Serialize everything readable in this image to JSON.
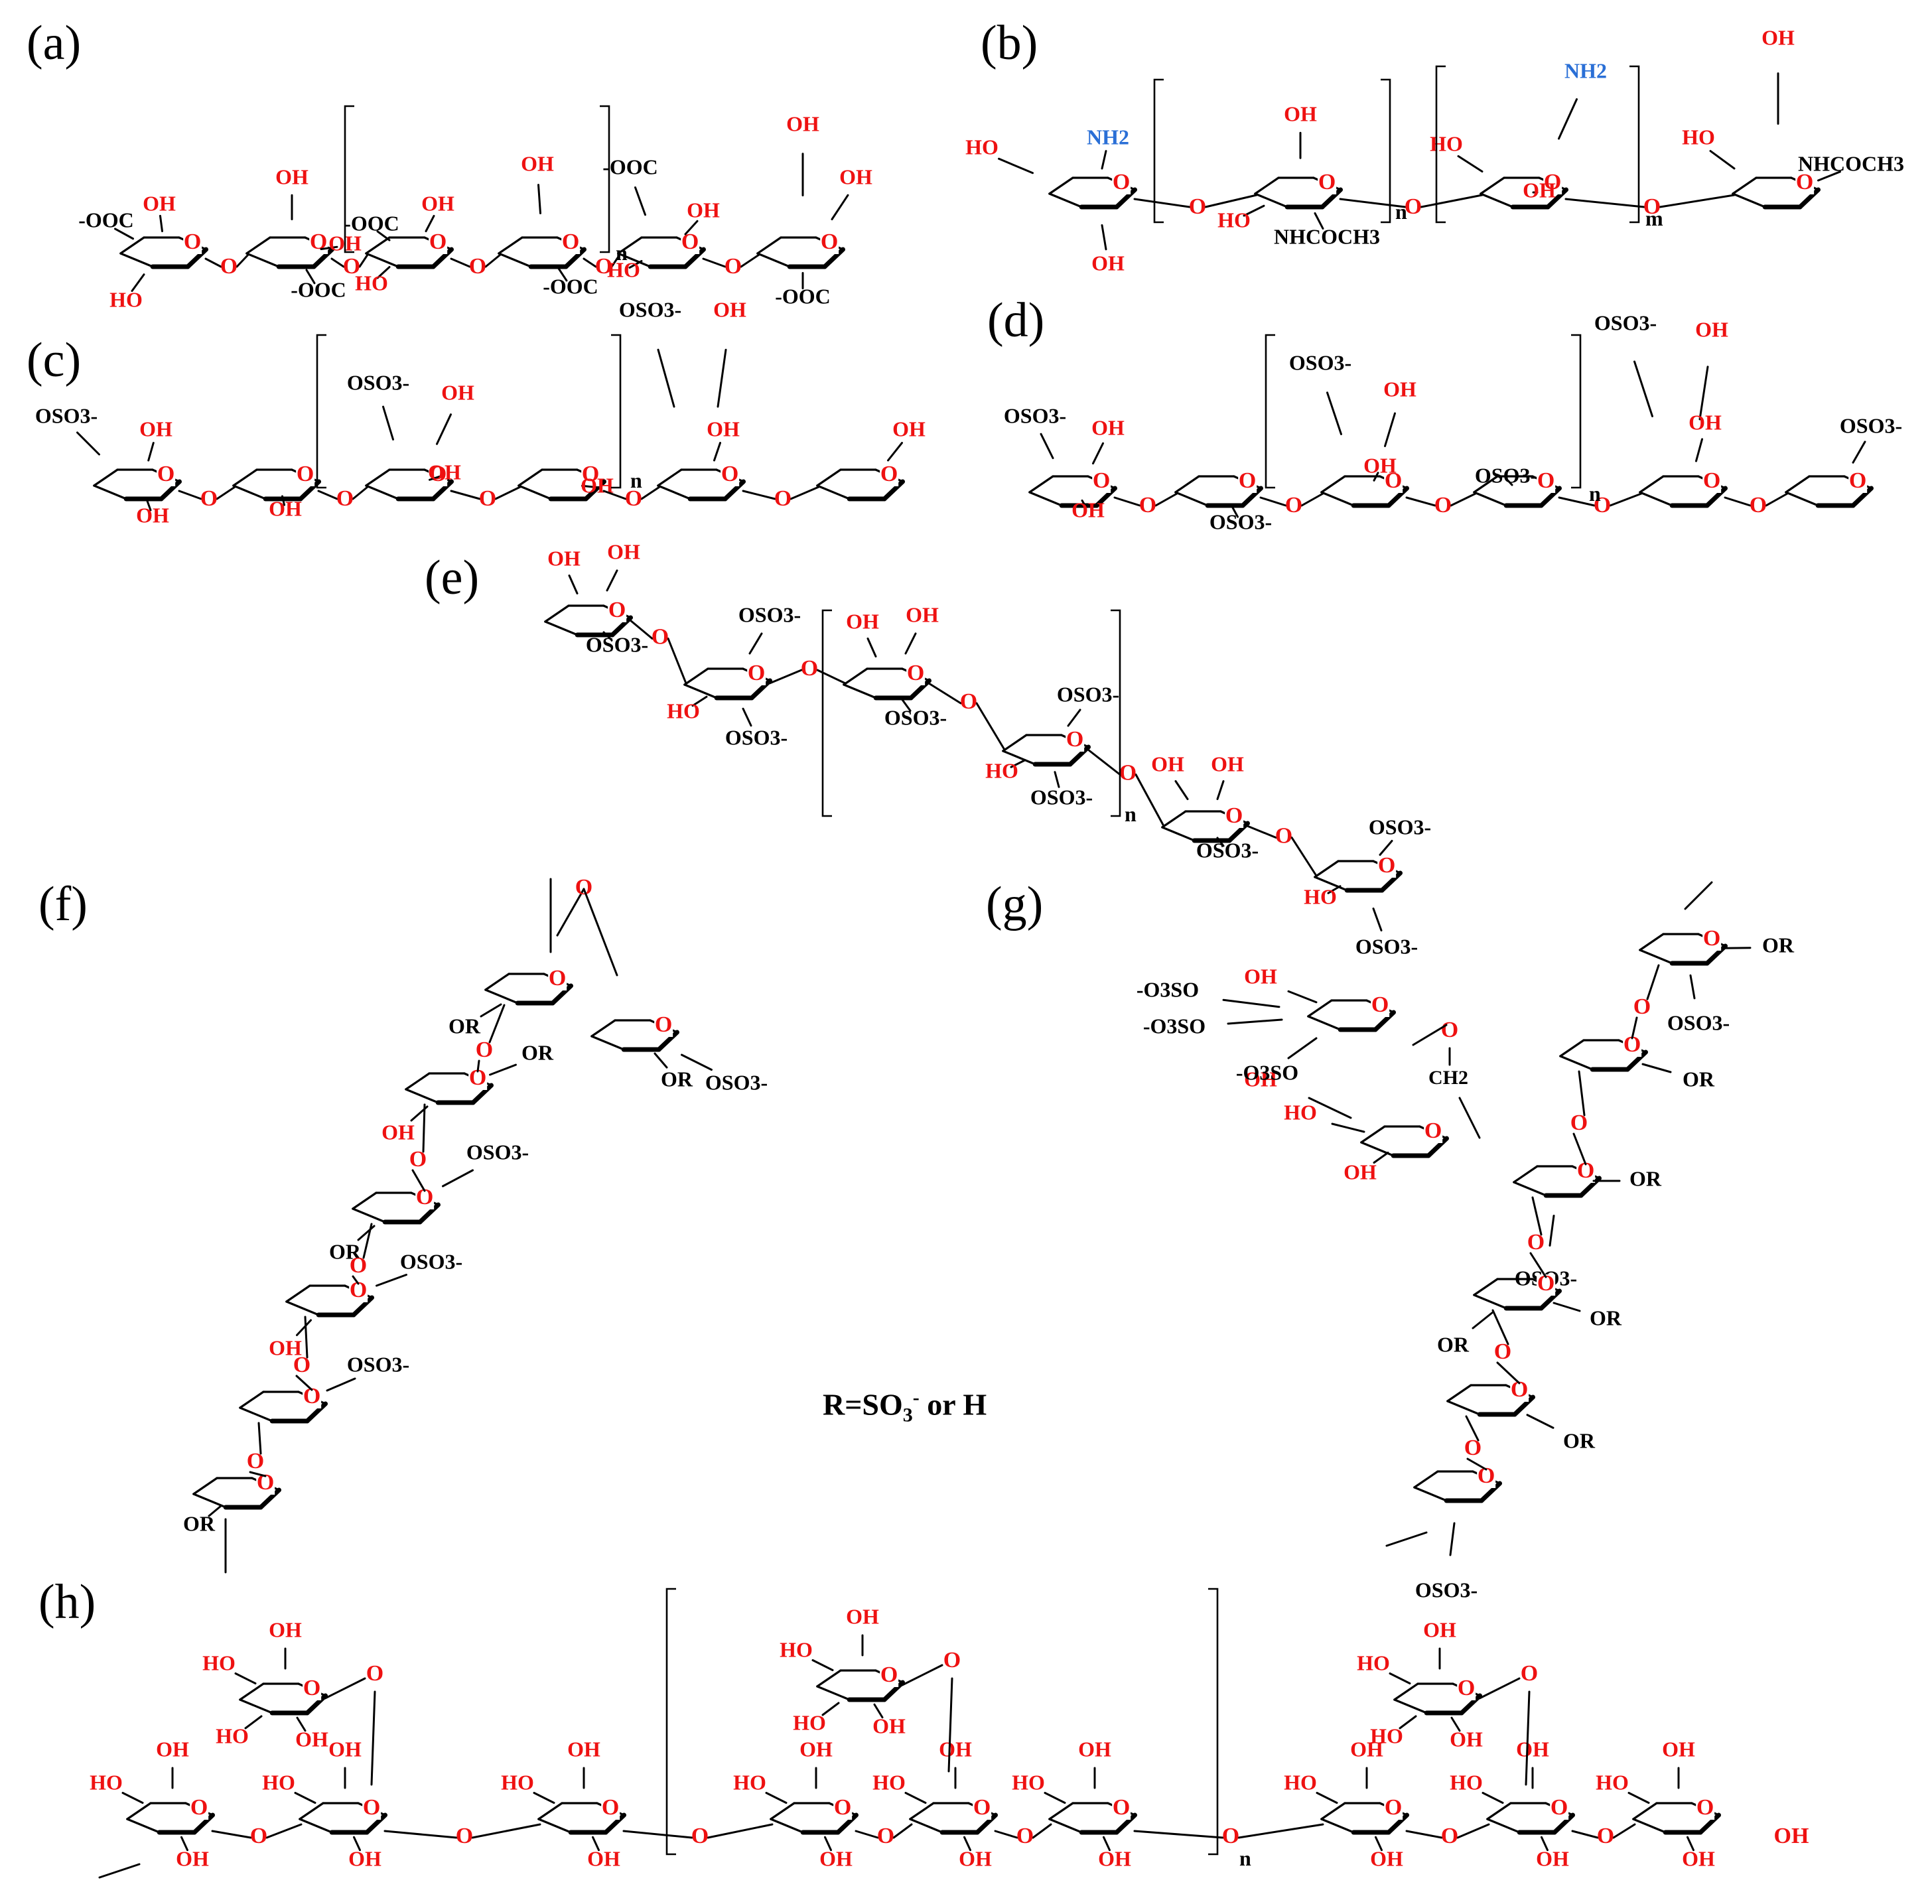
{
  "figure": {
    "panels": [
      {
        "id": "a",
        "label": "(a)"
      },
      {
        "id": "b",
        "label": "(b)"
      },
      {
        "id": "c",
        "label": "(c)"
      },
      {
        "id": "d",
        "label": "(d)"
      },
      {
        "id": "e",
        "label": "(e)"
      },
      {
        "id": "f",
        "label": "(f)"
      },
      {
        "id": "g",
        "label": "(g)"
      },
      {
        "id": "h",
        "label": "(h)"
      }
    ],
    "legend_note": "R=SO3- or H",
    "legend_parts": {
      "r_eq": "R=SO",
      "sub": "3",
      "sup": "-",
      "tail": " or H"
    },
    "repeat_indices": {
      "n": "n",
      "m": "m"
    },
    "groups": {
      "OH": "OH",
      "HO": "HO",
      "O": "O",
      "OOC": "-OOC",
      "NH2": "NH2",
      "NHCOCH3": "NHCOCH3",
      "OSO3": "OSO3-",
      "O3SO": "-O3SO",
      "OR": "OR",
      "CH2": "CH2"
    },
    "colors": {
      "oxygen": "#ee1111",
      "nitrogen": "#2a6fd6",
      "ink": "#000000"
    }
  }
}
